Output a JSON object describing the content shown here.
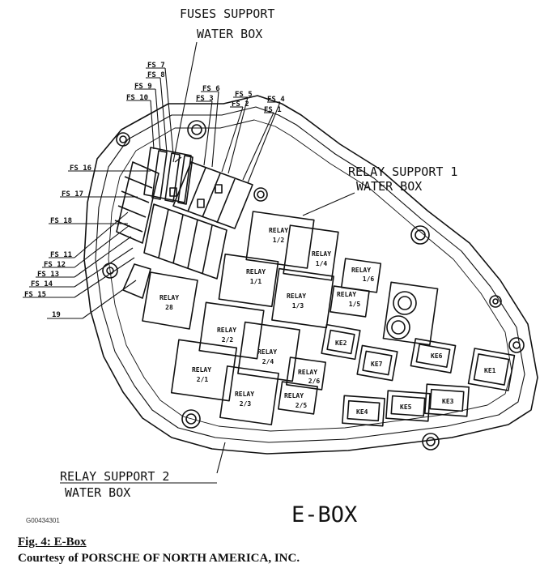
{
  "callouts": {
    "fuses_support_line1": "FUSES SUPPORT",
    "fuses_support_line2": "WATER BOX",
    "relay_support_1_line1": "RELAY SUPPORT 1",
    "relay_support_1_line2": "WATER BOX",
    "relay_support_2_line1": "RELAY SUPPORT 2",
    "relay_support_2_line2": "WATER BOX",
    "item_19": "19"
  },
  "fuse_labels": [
    "FS 7",
    "FS 8",
    "FS 9",
    "FS 10",
    "FS 6",
    "FS 3",
    "FS 5",
    "FS 2",
    "FS 4",
    "FS 1",
    "FS 16",
    "FS 17",
    "FS 18",
    "FS 11",
    "FS 12",
    "FS 13",
    "FS 14",
    "FS 15"
  ],
  "relays": [
    {
      "line1": "RELAY",
      "line2": "1/2"
    },
    {
      "line1": "RELAY",
      "line2": "1/4"
    },
    {
      "line1": "RELAY",
      "line2": "1/1"
    },
    {
      "line1": "RELAY",
      "line2": "1/3"
    },
    {
      "line1": "RELAY",
      "line2": "1/6"
    },
    {
      "line1": "RELAY",
      "line2": "1/5"
    },
    {
      "line1": "RELAY",
      "line2": "28"
    },
    {
      "line1": "RELAY",
      "line2": "2/2"
    },
    {
      "line1": "RELAY",
      "line2": "2/4"
    },
    {
      "line1": "RELAY",
      "line2": "2/1"
    },
    {
      "line1": "RELAY",
      "line2": "2/3"
    },
    {
      "line1": "RELAY",
      "line2": "2/6"
    },
    {
      "line1": "RELAY",
      "line2": "2/5"
    }
  ],
  "connectors": [
    "KE2",
    "KE7",
    "KE6",
    "KE1",
    "KE4",
    "KE5",
    "KE3"
  ],
  "drawing_code": "G00434301",
  "diagram_title": "E-BOX",
  "caption": {
    "figure": "Fig. 4: E-Box",
    "courtesy": "Courtesy of PORSCHE OF NORTH AMERICA, INC."
  }
}
